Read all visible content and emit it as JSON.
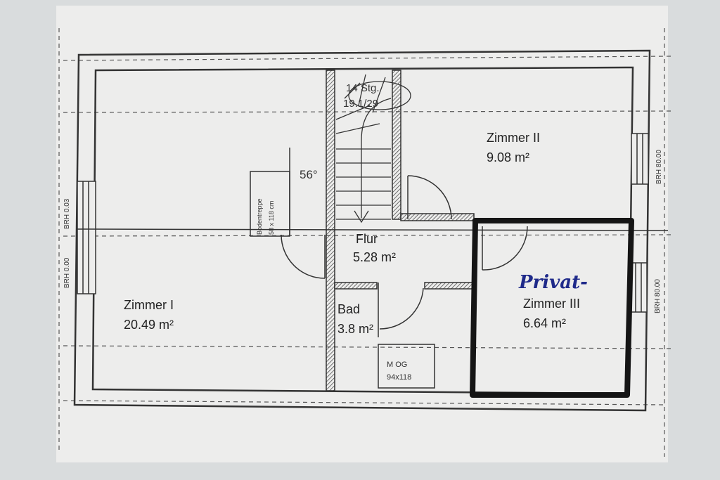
{
  "plan": {
    "rooms": [
      {
        "id": "zimmer1",
        "name": "Zimmer I",
        "area": "20.49 m²"
      },
      {
        "id": "zimmer2",
        "name": "Zimmer II",
        "area": "9.08 m²"
      },
      {
        "id": "zimmer3",
        "name": "Zimmer III",
        "area": "6.64 m²"
      },
      {
        "id": "flur",
        "name": "Flur",
        "area": "5.28 m²"
      },
      {
        "id": "bad",
        "name": "Bad",
        "area": "3.8 m²"
      }
    ],
    "stair": {
      "steps": "14 Stg.",
      "ratio": "19.1/29"
    },
    "angle": "56°",
    "attic_hatch": "Bodentreppe",
    "attic_hatch_size": "58 x 118 cm",
    "window_bath": {
      "line1": "M OG",
      "line2": "94x118"
    },
    "brh": {
      "left_top": "BRH 0.03",
      "left_bottom": "BRH 0.00",
      "right_top": "BRH 80.00",
      "right_bottom": "BRH 80.00"
    },
    "annotation": "Privat-",
    "colors": {
      "paper": "#ededec",
      "background": "#d9dcdd",
      "lines": "#333333",
      "highlight": "#151515",
      "handwriting": "#1f2a8a"
    }
  }
}
